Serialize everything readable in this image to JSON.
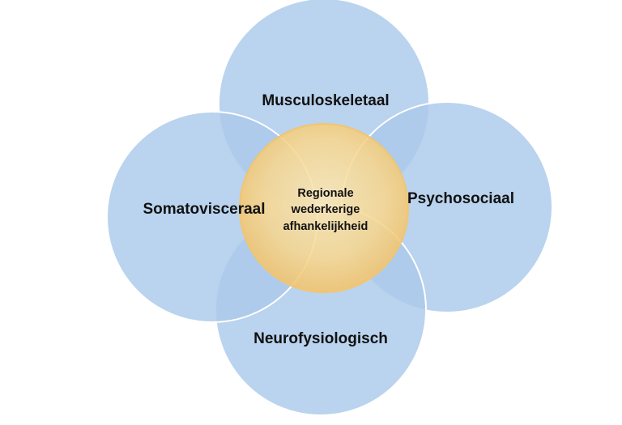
{
  "diagram": {
    "center": {
      "lines": [
        "Regionale",
        "wederkerige",
        "afhankelijkheid"
      ]
    },
    "domains": {
      "top": "Musculoskeletaal",
      "right": "Psychosociaal",
      "bottom": "Neurofysiologisch",
      "left": "Somatovisceraal"
    },
    "colors": {
      "outer_fill": "#a9c8ea",
      "outer_overlap": "#7aa9dc",
      "outer_edge": "#ffffff",
      "center_fill": "#f7d894",
      "center_fill_dark": "#f1be62",
      "center_edge": "#f2c56e"
    }
  }
}
